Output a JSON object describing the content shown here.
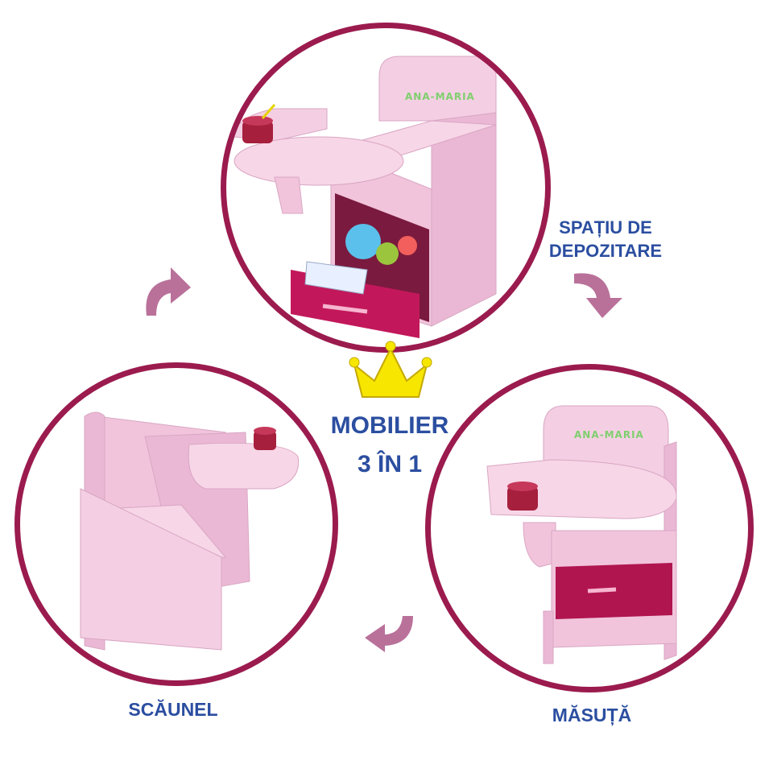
{
  "labels": {
    "storage_line1": "SPAȚIU DE",
    "storage_line2": "DEPOZITARE",
    "title_line1": "MOBILIER",
    "title_line2": "3 ÎN 1",
    "chair": "SCĂUNEL",
    "table": "MĂSUȚĂ"
  },
  "name_tag": "ANA-MARIA",
  "colors": {
    "ring": "#9b1b4e",
    "label": "#2b4ea0",
    "furniture_pink": "#f2c9df",
    "bin": "#c2185b",
    "arrow": "#b9719a",
    "crown": "#f6e600"
  },
  "icons": [
    "rotate-arrow-icon",
    "crown-icon"
  ]
}
